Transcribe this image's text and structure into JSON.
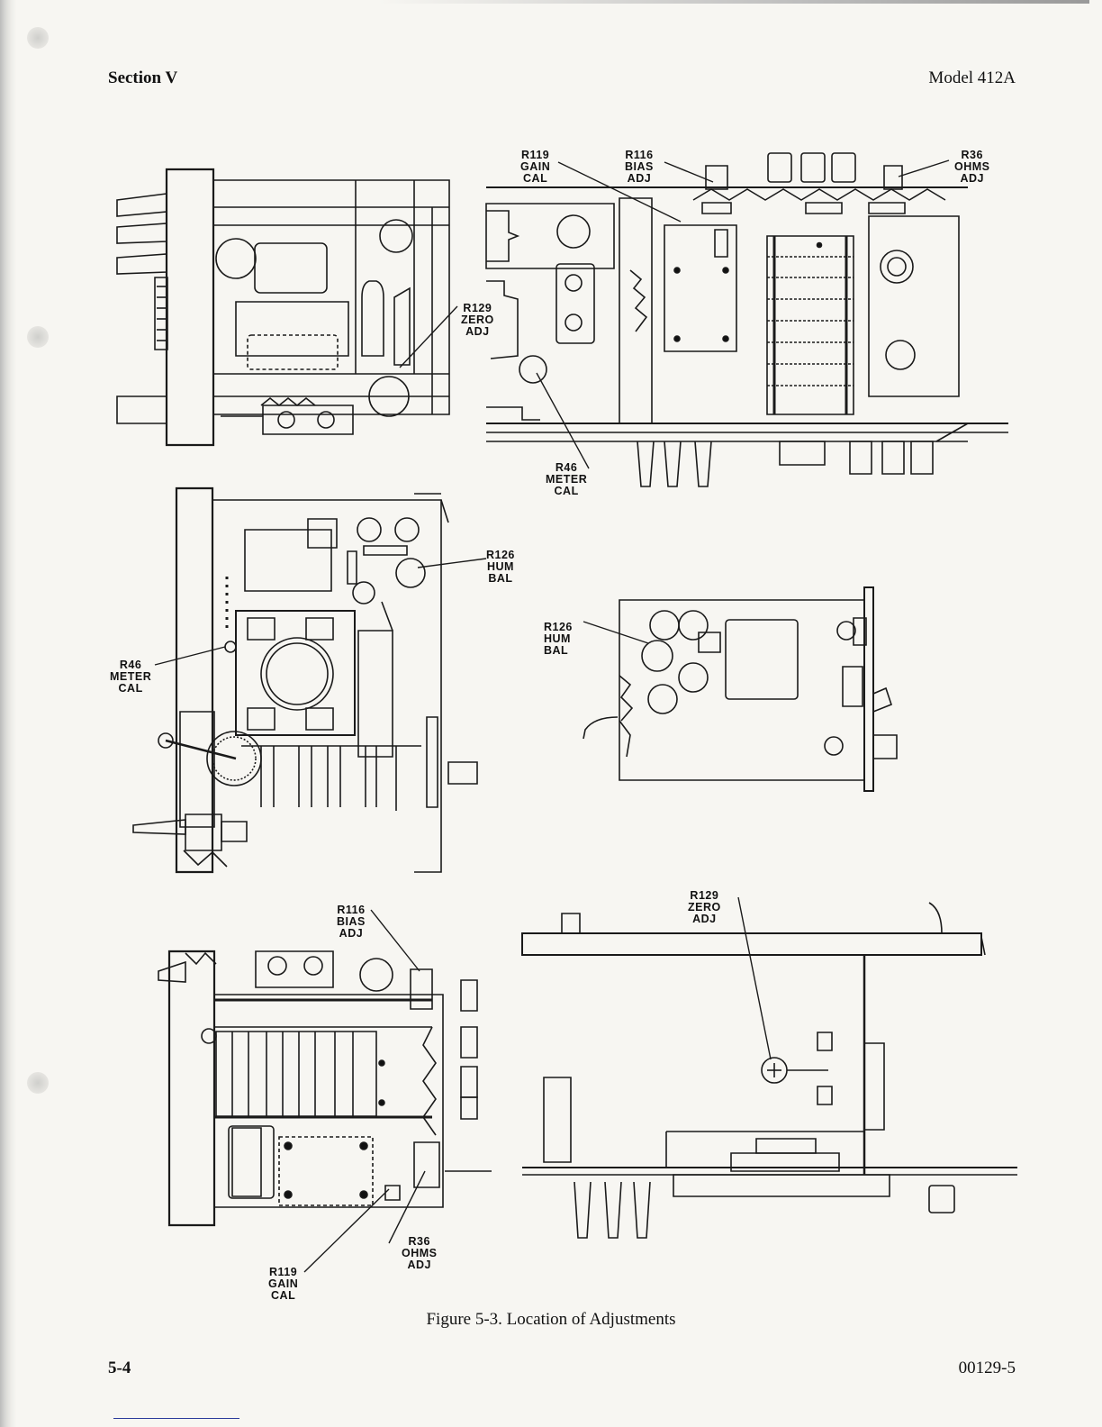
{
  "header": {
    "section": "Section V",
    "model": "Model 412A"
  },
  "figure": {
    "caption": "Figure 5-3.  Location of Adjustments",
    "callouts": {
      "r119_top": [
        "R119",
        "GAIN",
        "CAL"
      ],
      "r116_top": [
        "R116",
        "BIAS",
        "ADJ"
      ],
      "r36_top": [
        "R36",
        "OHMS",
        "ADJ"
      ],
      "r129_top": [
        "R129",
        "ZERO",
        "ADJ"
      ],
      "r46_top": [
        "R46",
        "METER",
        "CAL"
      ],
      "r126_mid": [
        "R126",
        "HUM",
        "BAL"
      ],
      "r46_mid": [
        "R46",
        "METER",
        "CAL"
      ],
      "r126_right": [
        "R126",
        "HUM",
        "BAL"
      ],
      "r116_bottom": [
        "R116",
        "BIAS",
        "ADJ"
      ],
      "r129_bottom": [
        "R129",
        "ZERO",
        "ADJ"
      ],
      "r36_bottom": [
        "R36",
        "OHMS",
        "ADJ"
      ],
      "r119_bottom": [
        "R119",
        "GAIN",
        "CAL"
      ]
    }
  },
  "footer": {
    "page": "5-4",
    "doc_number": "00129-5"
  }
}
